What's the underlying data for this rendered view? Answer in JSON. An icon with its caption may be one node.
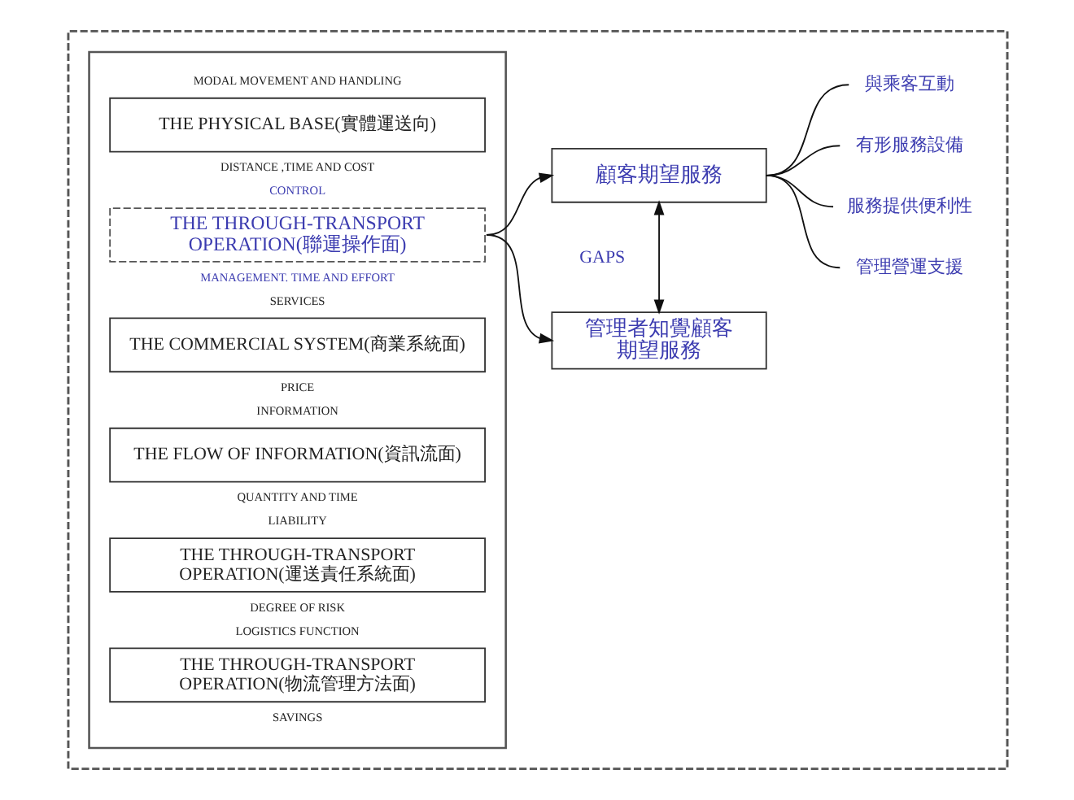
{
  "diagram": {
    "nodes": [
      {
        "text": [],
        "shape": "box"
      },
      {
        "text": [],
        "shape": "box",
        "in": 0
      },
      {
        "text": [
          "THE PHYSICAL BASE(實體運送向)"
        ],
        "in": 1,
        "beside": [
          "MODAL MOVEMENT AND HANDLING",
          "DISTANCE ,TIME AND COST"
        ]
      },
      {
        "text": [
          "THE THROUGH-TRANSPORT OPERATION(聯運操作面)"
        ],
        "in": 1,
        "beside": [
          "CONTROL",
          "MANAGEMENT. TIME AND EFFORT"
        ]
      },
      {
        "text": [
          "THE COMMERCIAL SYSTEM(商業系統面)"
        ],
        "in": 1,
        "beside": [
          "SERVICES",
          "PRICE"
        ]
      },
      {
        "text": [
          "THE FLOW OF INFORMATION(資訊流面)"
        ],
        "in": 1,
        "beside": [
          "INFORMATION",
          "QUANTITY AND TIME"
        ]
      },
      {
        "text": [
          "THE THROUGH-TRANSPORT OPERATION(運送責任系統面)"
        ],
        "in": 1,
        "beside": [
          "LIABILITY",
          "DEGREE OF RISK"
        ]
      },
      {
        "text": [
          "THE THROUGH-TRANSPORT OPERATION(物流管理方法面)"
        ],
        "in": 1,
        "beside": [
          "LOGISTICS FUNCTION",
          "SAVINGS"
        ]
      },
      {
        "text": [
          "顧客期望服務"
        ],
        "in": 0
      },
      {
        "text": [
          "管理者知覺顧客期望服務"
        ],
        "in": 0
      },
      {
        "text": [
          "與乘客互動"
        ],
        "in": 0
      },
      {
        "text": [
          "有形服務設備"
        ],
        "in": 0
      },
      {
        "text": [
          "服務提供便利性"
        ],
        "in": 0
      },
      {
        "text": [
          "管理營運支援"
        ],
        "in": 0
      }
    ],
    "edges": [
      {
        "from": 3,
        "to": 8,
        "arrow": "to"
      },
      {
        "from": 3,
        "to": 9,
        "arrow": "to"
      },
      {
        "from": 8,
        "to": 9,
        "arrow": "both",
        "label": "GAPS"
      },
      {
        "from": 8,
        "to": 13,
        "arrow": "none"
      },
      {
        "from": 8,
        "to": 12,
        "arrow": "none"
      },
      {
        "from": 8,
        "to": 11,
        "arrow": "none"
      },
      {
        "from": 8,
        "to": 10,
        "arrow": "none"
      }
    ]
  }
}
